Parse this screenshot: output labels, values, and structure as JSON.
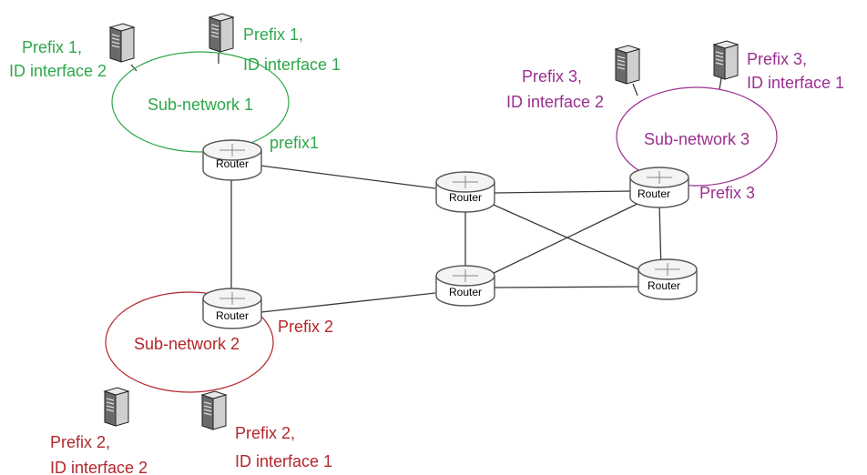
{
  "colors": {
    "subnet1": "#2ea84a",
    "subnet2": "#b3262b",
    "subnet3": "#9b2f8f",
    "link": "#3a3a3a"
  },
  "router_label": "Router",
  "subnetworks": {
    "s1": {
      "name": "Sub-network 1",
      "prefix": "prefix1",
      "host_left": [
        "Prefix 1,",
        "ID interface 2"
      ],
      "host_right": [
        "Prefix 1,",
        "ID interface 1"
      ]
    },
    "s2": {
      "name": "Sub-network 2",
      "prefix": "Prefix 2",
      "host_left": [
        "Prefix 2,",
        "ID interface 2"
      ],
      "host_right": [
        "Prefix 2,",
        "ID interface 1"
      ]
    },
    "s3": {
      "name": "Sub-network 3",
      "prefix": "Prefix 3",
      "host_left": [
        "Prefix 3,",
        "ID interface 2"
      ],
      "host_right": [
        "Prefix 3,",
        "ID interface 1"
      ]
    }
  },
  "icons": {
    "router": "router-icon",
    "server": "server-icon"
  }
}
